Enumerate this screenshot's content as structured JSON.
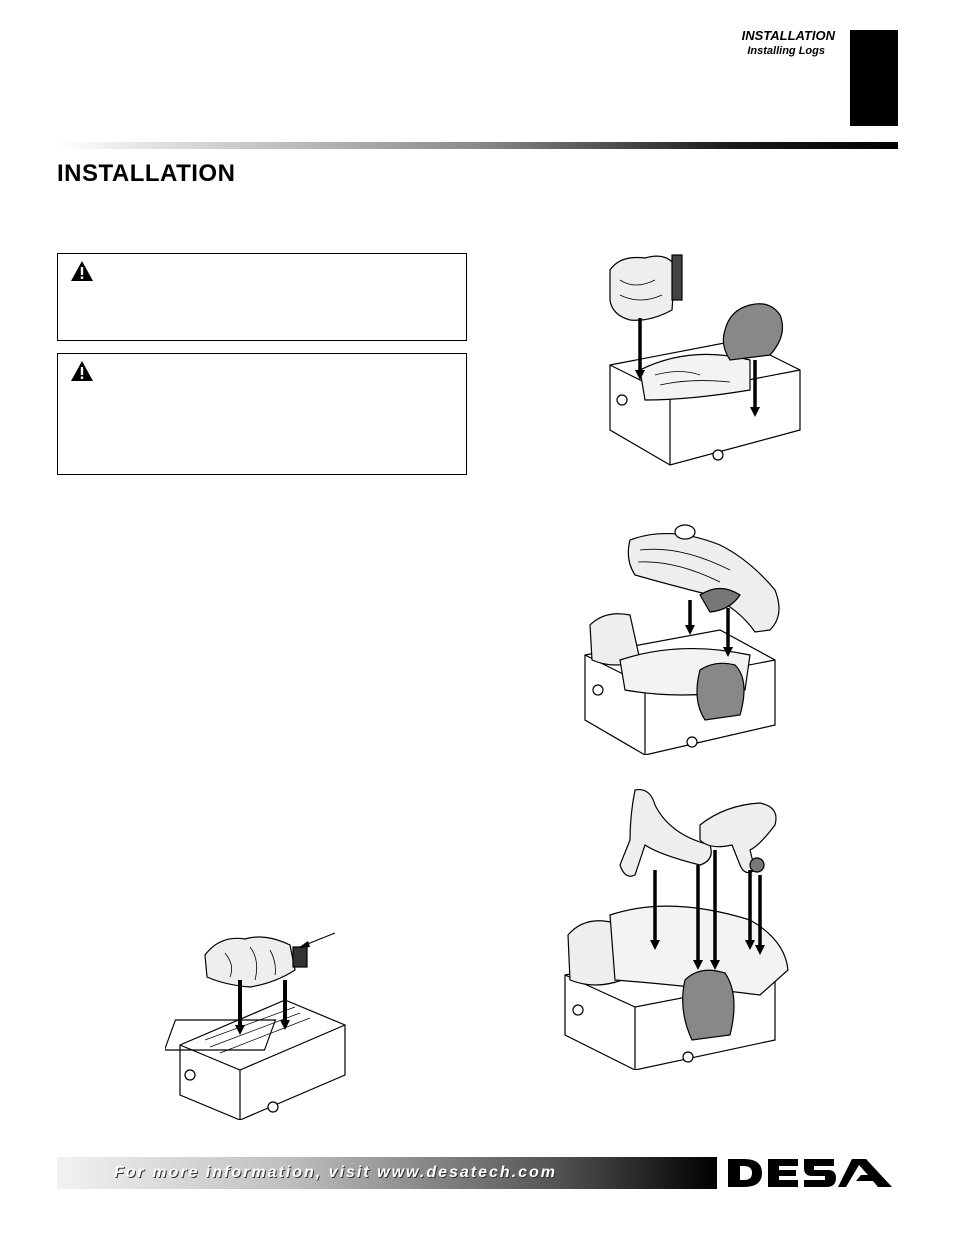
{
  "header": {
    "section": "INSTALLATION",
    "subsection": "Installing Logs"
  },
  "page_title": "INSTALLATION",
  "warnings": [
    {
      "icon": "warning-triangle-icon"
    },
    {
      "icon": "warning-triangle-icon"
    }
  ],
  "footer": {
    "text": "For more information, visit www.desatech.com",
    "logo": "DESA"
  }
}
